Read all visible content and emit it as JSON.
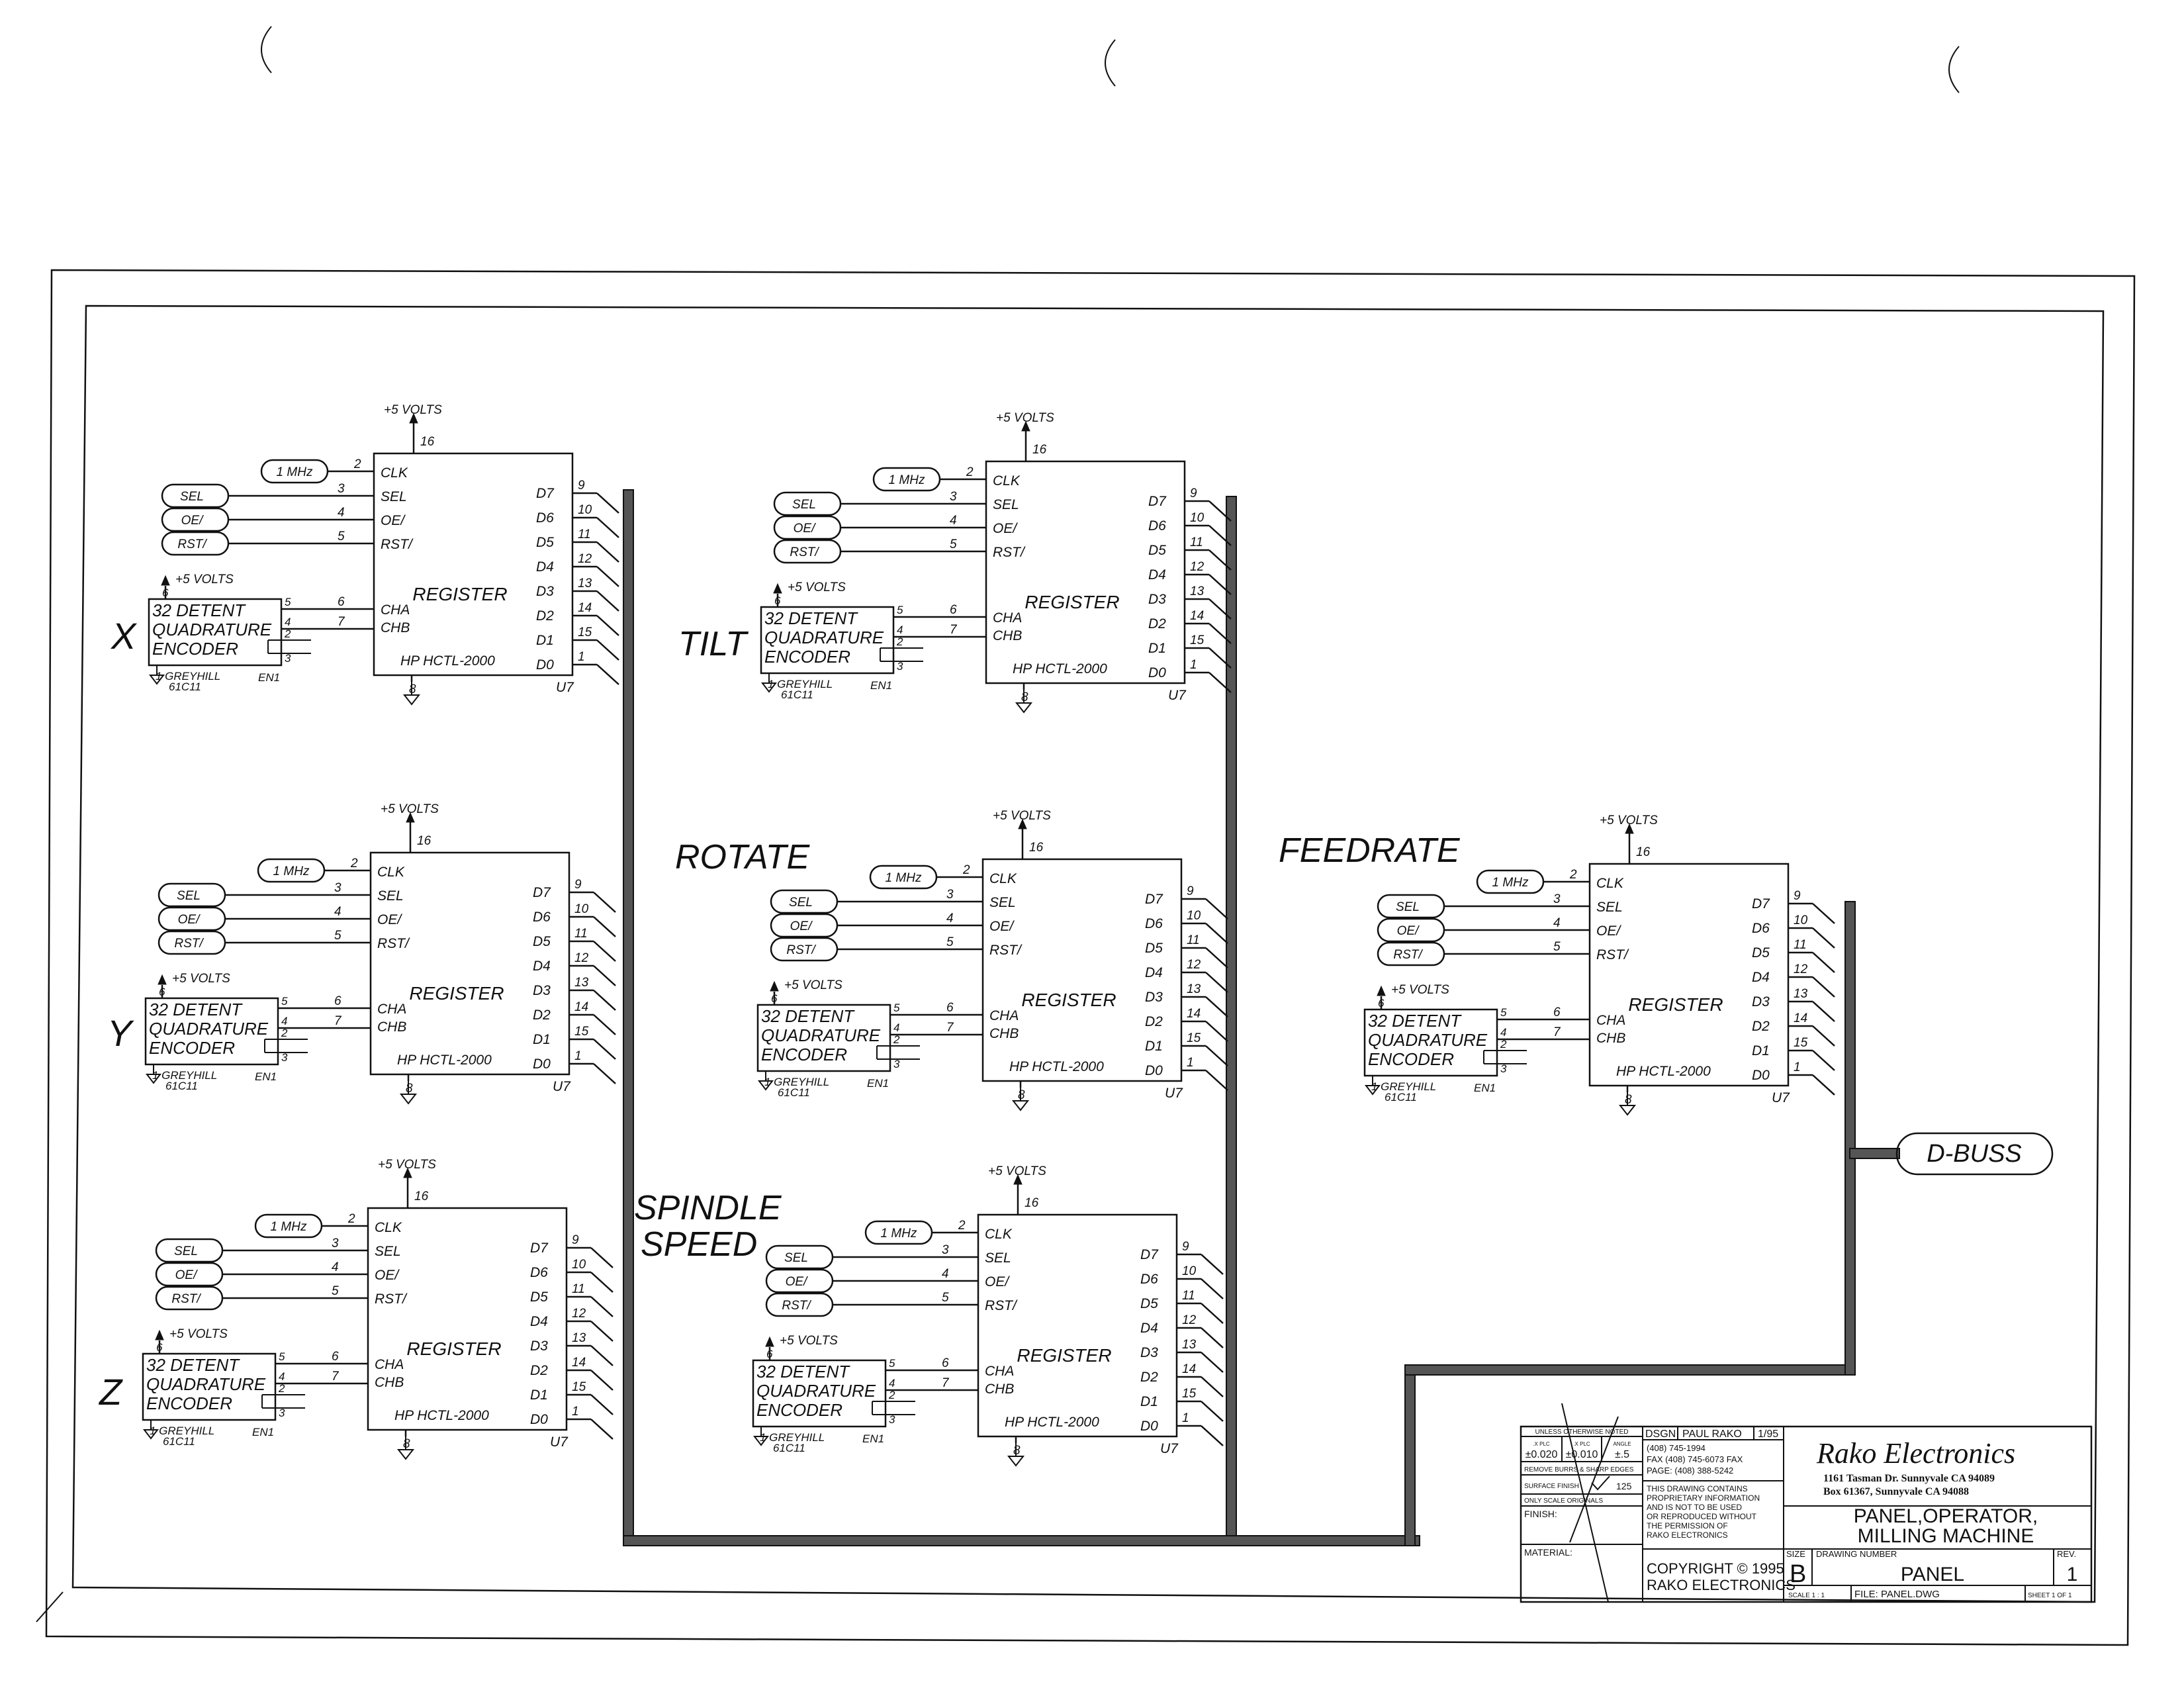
{
  "modules": [
    {
      "id": "x",
      "section_label": "X",
      "pwr_top": "+5 VOLTS",
      "pin_vcc": "16",
      "clock": "1 MHz",
      "in_pins": [
        "2",
        "3",
        "4",
        "5"
      ],
      "signals": [
        "SEL",
        "OE/",
        "RST/"
      ],
      "pins_left": [
        "CLK",
        "SEL",
        "OE/",
        "RST/",
        "CHA",
        "CHB"
      ],
      "chip": "REGISTER",
      "part": "HP HCTL-2000",
      "ref": "U7",
      "pin_gnd": "8",
      "pins_right": [
        "D7",
        "D6",
        "D5",
        "D4",
        "D3",
        "D2",
        "D1",
        "D0"
      ],
      "pin_nums": [
        "9",
        "10",
        "11",
        "12",
        "13",
        "14",
        "15",
        "1"
      ],
      "enc_pwr": "+5 VOLTS",
      "enc_pin": "6",
      "enc_lines": [
        "32 DETENT",
        "QUADRATURE",
        "ENCODER"
      ],
      "enc_out": [
        "5",
        "4"
      ],
      "cha_pins": [
        "6",
        "7"
      ],
      "enc_sw": [
        "2",
        "3"
      ],
      "enc_vendor": "1 GREYHILL",
      "enc_part": "61C11",
      "enc_ref": "EN1"
    },
    {
      "id": "y",
      "section_label": "Y",
      "pwr_top": "+5 VOLTS",
      "pin_vcc": "16",
      "clock": "1 MHz",
      "in_pins": [
        "2",
        "3",
        "4",
        "5"
      ],
      "signals": [
        "SEL",
        "OE/",
        "RST/"
      ],
      "pins_left": [
        "CLK",
        "SEL",
        "OE/",
        "RST/",
        "CHA",
        "CHB"
      ],
      "chip": "REGISTER",
      "part": "HP HCTL-2000",
      "ref": "U7",
      "pin_gnd": "8",
      "pins_right": [
        "D7",
        "D6",
        "D5",
        "D4",
        "D3",
        "D2",
        "D1",
        "D0"
      ],
      "pin_nums": [
        "9",
        "10",
        "11",
        "12",
        "13",
        "14",
        "15",
        "1"
      ],
      "enc_pwr": "+5 VOLTS",
      "enc_pin": "6",
      "enc_lines": [
        "32 DETENT",
        "QUADRATURE",
        "ENCODER"
      ],
      "enc_out": [
        "5",
        "4"
      ],
      "cha_pins": [
        "6",
        "7"
      ],
      "enc_sw": [
        "2",
        "3"
      ],
      "enc_vendor": "1 GREYHILL",
      "enc_part": "61C11",
      "enc_ref": "EN1"
    },
    {
      "id": "z",
      "section_label": "Z",
      "pwr_top": "+5 VOLTS",
      "pin_vcc": "16",
      "clock": "1 MHz",
      "in_pins": [
        "2",
        "3",
        "4",
        "5"
      ],
      "signals": [
        "SEL",
        "OE/",
        "RST/"
      ],
      "pins_left": [
        "CLK",
        "SEL",
        "OE/",
        "RST/",
        "CHA",
        "CHB"
      ],
      "chip": "REGISTER",
      "part": "HP HCTL-2000",
      "ref": "U7",
      "pin_gnd": "8",
      "pins_right": [
        "D7",
        "D6",
        "D5",
        "D4",
        "D3",
        "D2",
        "D1",
        "D0"
      ],
      "pin_nums": [
        "9",
        "10",
        "11",
        "12",
        "13",
        "14",
        "15",
        "1"
      ],
      "enc_pwr": "+5 VOLTS",
      "enc_pin": "6",
      "enc_lines": [
        "32 DETENT",
        "QUADRATURE",
        "ENCODER"
      ],
      "enc_out": [
        "5",
        "4"
      ],
      "cha_pins": [
        "6",
        "7"
      ],
      "enc_sw": [
        "2",
        "3"
      ],
      "enc_vendor": "1 GREYHILL",
      "enc_part": "61C11",
      "enc_ref": "EN1"
    },
    {
      "id": "tilt",
      "section_label": "TILT",
      "pwr_top": "+5 VOLTS",
      "pin_vcc": "16",
      "clock": "1 MHz",
      "in_pins": [
        "2",
        "3",
        "4",
        "5"
      ],
      "signals": [
        "SEL",
        "OE/",
        "RST/"
      ],
      "pins_left": [
        "CLK",
        "SEL",
        "OE/",
        "RST/",
        "CHA",
        "CHB"
      ],
      "chip": "REGISTER",
      "part": "HP HCTL-2000",
      "ref": "U7",
      "pin_gnd": "8",
      "pins_right": [
        "D7",
        "D6",
        "D5",
        "D4",
        "D3",
        "D2",
        "D1",
        "D0"
      ],
      "pin_nums": [
        "9",
        "10",
        "11",
        "12",
        "13",
        "14",
        "15",
        "1"
      ],
      "enc_pwr": "+5 VOLTS",
      "enc_pin": "6",
      "enc_lines": [
        "32 DETENT",
        "QUADRATURE",
        "ENCODER"
      ],
      "enc_out": [
        "5",
        "4"
      ],
      "cha_pins": [
        "6",
        "7"
      ],
      "enc_sw": [
        "2",
        "3"
      ],
      "enc_vendor": "1 GREYHILL",
      "enc_part": "61C11",
      "enc_ref": "EN1"
    },
    {
      "id": "rotate",
      "section_label": "ROTATE",
      "pwr_top": "+5 VOLTS",
      "pin_vcc": "16",
      "clock": "1 MHz",
      "in_pins": [
        "2",
        "3",
        "4",
        "5"
      ],
      "signals": [
        "SEL",
        "OE/",
        "RST/"
      ],
      "pins_left": [
        "CLK",
        "SEL",
        "OE/",
        "RST/",
        "CHA",
        "CHB"
      ],
      "chip": "REGISTER",
      "part": "HP HCTL-2000",
      "ref": "U7",
      "pin_gnd": "8",
      "pins_right": [
        "D7",
        "D6",
        "D5",
        "D4",
        "D3",
        "D2",
        "D1",
        "D0"
      ],
      "pin_nums": [
        "9",
        "10",
        "11",
        "12",
        "13",
        "14",
        "15",
        "1"
      ],
      "enc_pwr": "+5 VOLTS",
      "enc_pin": "6",
      "enc_lines": [
        "32 DETENT",
        "QUADRATURE",
        "ENCODER"
      ],
      "enc_out": [
        "5",
        "4"
      ],
      "cha_pins": [
        "6",
        "7"
      ],
      "enc_sw": [
        "2",
        "3"
      ],
      "enc_vendor": "1 GREYHILL",
      "enc_part": "61C11",
      "enc_ref": "EN1"
    },
    {
      "id": "spindle",
      "section_label": "SPINDLE SPEED",
      "pwr_top": "+5 VOLTS",
      "pin_vcc": "16",
      "clock": "1 MHz",
      "in_pins": [
        "2",
        "3",
        "4",
        "5"
      ],
      "signals": [
        "SEL",
        "OE/",
        "RST/"
      ],
      "pins_left": [
        "CLK",
        "SEL",
        "OE/",
        "RST/",
        "CHA",
        "CHB"
      ],
      "chip": "REGISTER",
      "part": "HP HCTL-2000",
      "ref": "U7",
      "pin_gnd": "8",
      "pins_right": [
        "D7",
        "D6",
        "D5",
        "D4",
        "D3",
        "D2",
        "D1",
        "D0"
      ],
      "pin_nums": [
        "9",
        "10",
        "11",
        "12",
        "13",
        "14",
        "15",
        "1"
      ],
      "enc_pwr": "+5 VOLTS",
      "enc_pin": "6",
      "enc_lines": [
        "32 DETENT",
        "QUADRATURE",
        "ENCODER"
      ],
      "enc_out": [
        "5",
        "4"
      ],
      "cha_pins": [
        "6",
        "7"
      ],
      "enc_sw": [
        "2",
        "3"
      ],
      "enc_vendor": "1 GREYHILL",
      "enc_part": "61C11",
      "enc_ref": "EN1"
    },
    {
      "id": "feedrate",
      "section_label": "FEEDRATE",
      "pwr_top": "+5 VOLTS",
      "pin_vcc": "16",
      "clock": "1 MHz",
      "in_pins": [
        "2",
        "3",
        "4",
        "5"
      ],
      "signals": [
        "SEL",
        "OE/",
        "RST/"
      ],
      "pins_left": [
        "CLK",
        "SEL",
        "OE/",
        "RST/",
        "CHA",
        "CHB"
      ],
      "chip": "REGISTER",
      "part": "HP HCTL-2000",
      "ref": "U7",
      "pin_gnd": "8",
      "pins_right": [
        "D7",
        "D6",
        "D5",
        "D4",
        "D3",
        "D2",
        "D1",
        "D0"
      ],
      "pin_nums": [
        "9",
        "10",
        "11",
        "12",
        "13",
        "14",
        "15",
        "1"
      ],
      "enc_pwr": "+5 VOLTS",
      "enc_pin": "6",
      "enc_lines": [
        "32 DETENT",
        "QUADRATURE",
        "ENCODER"
      ],
      "enc_out": [
        "5",
        "4"
      ],
      "cha_pins": [
        "6",
        "7"
      ],
      "enc_sw": [
        "2",
        "3"
      ],
      "enc_vendor": "1 GREYHILL",
      "enc_part": "61C11",
      "enc_ref": "EN1"
    }
  ],
  "bus_label": "D-BUSS",
  "title_block": {
    "unless_noted": "UNLESS OTHERWISE NOTED",
    "tol_heads": [
      ".X PLC",
      ".X PLC",
      "ANGLE"
    ],
    "tolerances": [
      "±0.020",
      "±0.010",
      "±.5"
    ],
    "remove_burrs": "REMOVE BURRS & SHARP EDGES",
    "surface_finish": "SURFACE FINISH",
    "finish_value": "125",
    "only_scale": "ONLY SCALE ORIGINALS",
    "finish": "FINISH:",
    "material": "MATERIAL:",
    "dsgn": "DSGN",
    "designer": "PAUL RAKO",
    "date": "1/95",
    "phones": [
      "(408) 745-1994",
      "FAX (408) 745-6073 FAX",
      "PAGE: (408) 388-5242"
    ],
    "notice": [
      "THIS DRAWING CONTAINS",
      "PROPRIETARY INFORMATION",
      "AND IS NOT TO BE USED",
      "OR REPRODUCED WITHOUT",
      "THE PERMISSION OF",
      "RAKO ELECTRONICS"
    ],
    "copyright": [
      "COPYRIGHT © 1995",
      "RAKO ELECTRONICS"
    ],
    "company": "Rako Electronics",
    "address": [
      "1161 Tasman Dr. Sunnyvale CA 94089",
      "Box 61367, Sunnyvale CA 94088"
    ],
    "title": [
      "PANEL,OPERATOR,",
      "MILLING MACHINE"
    ],
    "size_label": "SIZE",
    "size": "B",
    "dwg_label": "DRAWING NUMBER",
    "dwg_no": "PANEL",
    "rev_label": "REV.",
    "rev": "1",
    "scale": "SCALE 1 : 1",
    "file": "FILE: PANEL.DWG",
    "sheet": "SHEET 1 OF 1"
  }
}
